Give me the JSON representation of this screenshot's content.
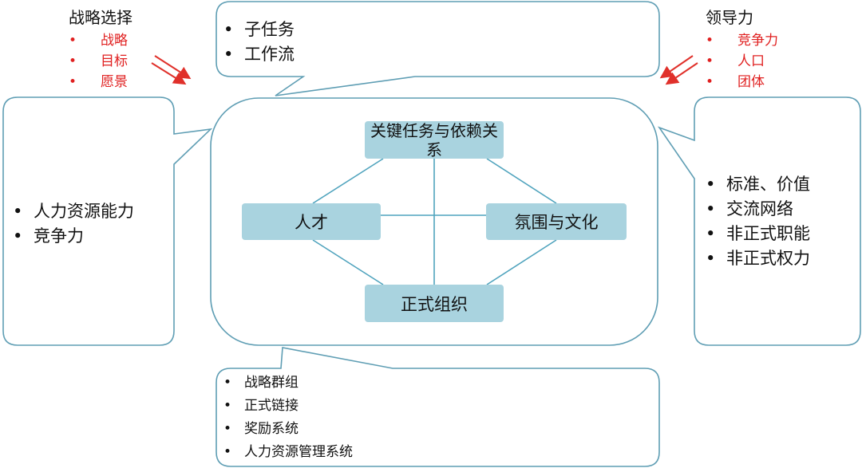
{
  "strategy": {
    "title": "战略选择",
    "items": [
      "战略",
      "目标",
      "愿景"
    ]
  },
  "leadership": {
    "title": "领导力",
    "items": [
      "竞争力",
      "人口",
      "团体"
    ]
  },
  "callouts": {
    "top": [
      "子任务",
      "工作流"
    ],
    "left": [
      "人力资源能力",
      "竞争力"
    ],
    "right": [
      "标准、价值",
      "交流网络",
      "非正式职能",
      "非正式权力"
    ],
    "bottom": [
      "战略群组",
      "正式链接",
      "奖励系统",
      "人力资源管理系统"
    ]
  },
  "nodes": {
    "top": "关键任务与依赖关系",
    "left": "人才",
    "right": "氛围与文化",
    "bottom": "正式组织"
  },
  "colors": {
    "outline": "#5f9eb4",
    "node_fill": "#a9d3df",
    "connector": "#4fa3bd",
    "accent_red": "#e02020"
  },
  "icons": {
    "arrow_left": "double-arrow-down-right",
    "arrow_right": "double-arrow-down-left"
  }
}
